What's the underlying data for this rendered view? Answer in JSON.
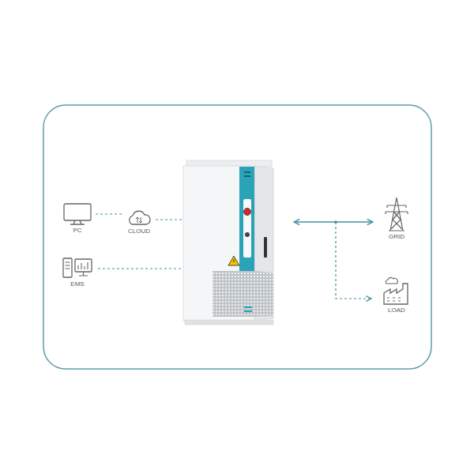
{
  "diagram": {
    "nodes": [
      {
        "text": [
          "PC"
        ]
      },
      {
        "text": [
          "CLOUD"
        ]
      },
      {
        "text": [
          "EMS"
        ]
      },
      {
        "text": [
          "GRID"
        ]
      },
      {
        "text": [
          "LOAD"
        ]
      }
    ],
    "edges": [
      {
        "from": 0,
        "to": 1,
        "arrow": "none"
      }
    ]
  }
}
